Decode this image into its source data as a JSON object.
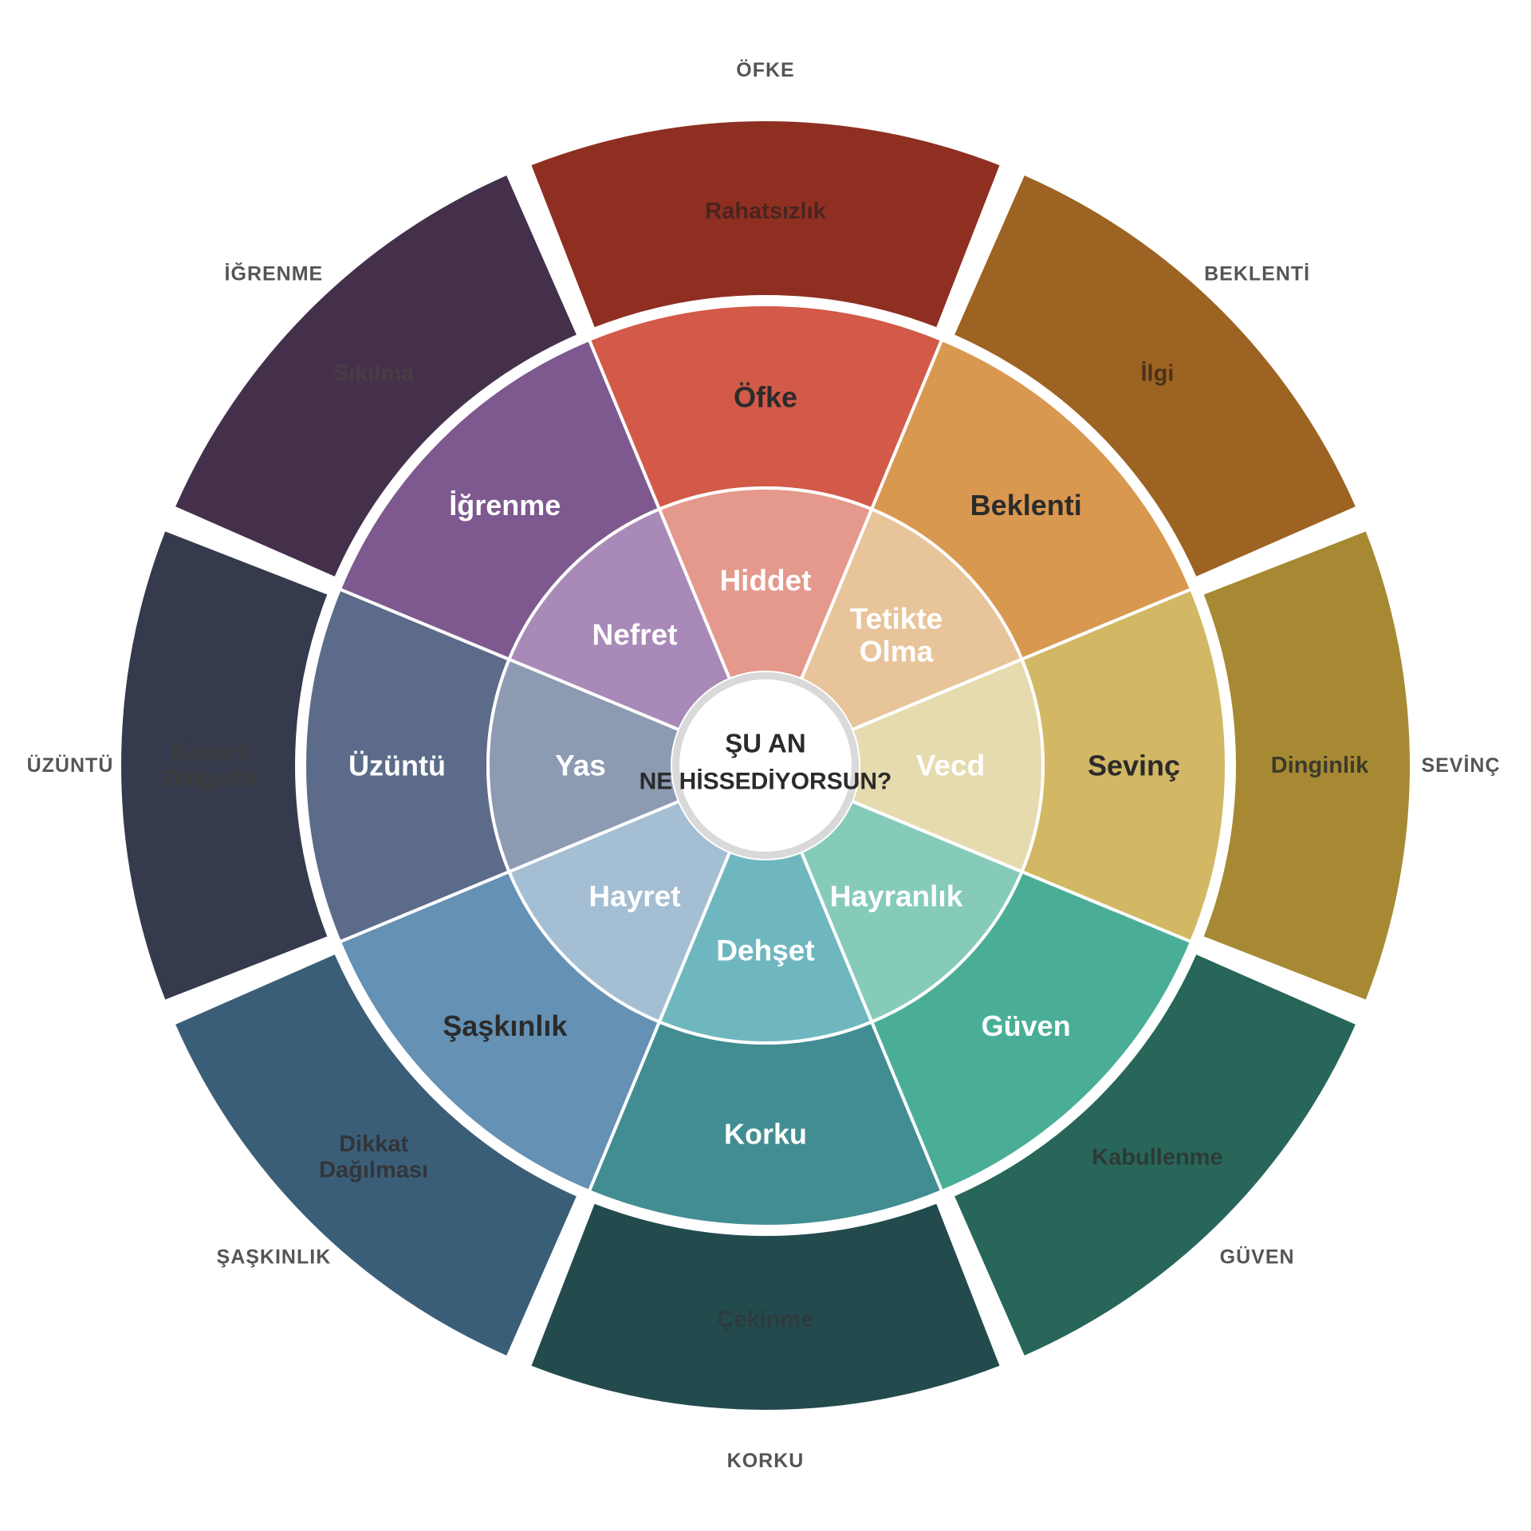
{
  "center": {
    "line1": "ŞU AN",
    "line2": "NE HİSSEDİYORSUN?"
  },
  "colors": {
    "gap": "#ffffff",
    "center_fill": "#ffffff",
    "center_ring": "#d9d9d9",
    "ring_label": "#555555"
  },
  "emotions": [
    {
      "key": "ofke",
      "ring_label": "ÖFKE",
      "inner": {
        "label": "Hiddet",
        "color": "#e4998c",
        "text_color": "#ffffff"
      },
      "middle": {
        "label": "Öfke",
        "color": "#d35a48",
        "text_color": "#2b2b2b"
      },
      "outer": {
        "label": "Rahatsızlık",
        "color": "#8e2f22",
        "text_color": "#4a2420"
      }
    },
    {
      "key": "beklenti",
      "ring_label": "BEKLENTİ",
      "inner": {
        "label": "Tetikte Olma",
        "color": "#e8c49a",
        "text_color": "#ffffff"
      },
      "middle": {
        "label": "Beklenti",
        "color": "#d9984f",
        "text_color": "#2b2b2b"
      },
      "outer": {
        "label": "İlgi",
        "color": "#9d6322",
        "text_color": "#4a3319"
      }
    },
    {
      "key": "sevinc",
      "ring_label": "SEVİNÇ",
      "inner": {
        "label": "Vecd",
        "color": "#e6dbaf",
        "text_color": "#ffffff"
      },
      "middle": {
        "label": "Sevinç",
        "color": "#d2b865",
        "text_color": "#2b2b2b"
      },
      "outer": {
        "label": "Dinginlik",
        "color": "#a68932",
        "text_color": "#3d3a2c"
      }
    },
    {
      "key": "guven",
      "ring_label": "GÜVEN",
      "inner": {
        "label": "Hayranlık",
        "color": "#86cbba",
        "text_color": "#ffffff"
      },
      "middle": {
        "label": "Güven",
        "color": "#4aae96",
        "text_color": "#ffffff"
      },
      "outer": {
        "label": "Kabullenme",
        "color": "#28665a",
        "text_color": "#2e3a36"
      }
    },
    {
      "key": "korku",
      "ring_label": "KORKU",
      "inner": {
        "label": "Dehşet",
        "color": "#6fb7bf",
        "text_color": "#ffffff"
      },
      "middle": {
        "label": "Korku",
        "color": "#428d92",
        "text_color": "#ffffff"
      },
      "outer": {
        "label": "Çekinme",
        "color": "#234b4e",
        "text_color": "#2e3b3c"
      }
    },
    {
      "key": "saskinlik",
      "ring_label": "ŞAŞKINLIK",
      "inner": {
        "label": "Hayret",
        "color": "#a4bed3",
        "text_color": "#ffffff"
      },
      "middle": {
        "label": "Şaşkınlık",
        "color": "#6491b4",
        "text_color": "#2b2b2b"
      },
      "outer": {
        "label": "Dikkat Dağılması",
        "color": "#3b5e78",
        "text_color": "#323538"
      }
    },
    {
      "key": "uzuntu",
      "ring_label": "ÜZÜNTÜ",
      "inner": {
        "label": "Yas",
        "color": "#8c9ab2",
        "text_color": "#ffffff"
      },
      "middle": {
        "label": "Üzüntü",
        "color": "#5c6b89",
        "text_color": "#ffffff"
      },
      "outer": {
        "label": "Kederli Dalgınlık",
        "color": "#353a4c",
        "text_color": "#3c3d3b"
      }
    },
    {
      "key": "igrenme",
      "ring_label": "İĞRENME",
      "inner": {
        "label": "Nefret",
        "color": "#a889b7",
        "text_color": "#ffffff"
      },
      "middle": {
        "label": "İğrenme",
        "color": "#7d598f",
        "text_color": "#ffffff"
      },
      "outer": {
        "label": "Sıkılma",
        "color": "#45304c",
        "text_color": "#4a3b44"
      }
    }
  ]
}
